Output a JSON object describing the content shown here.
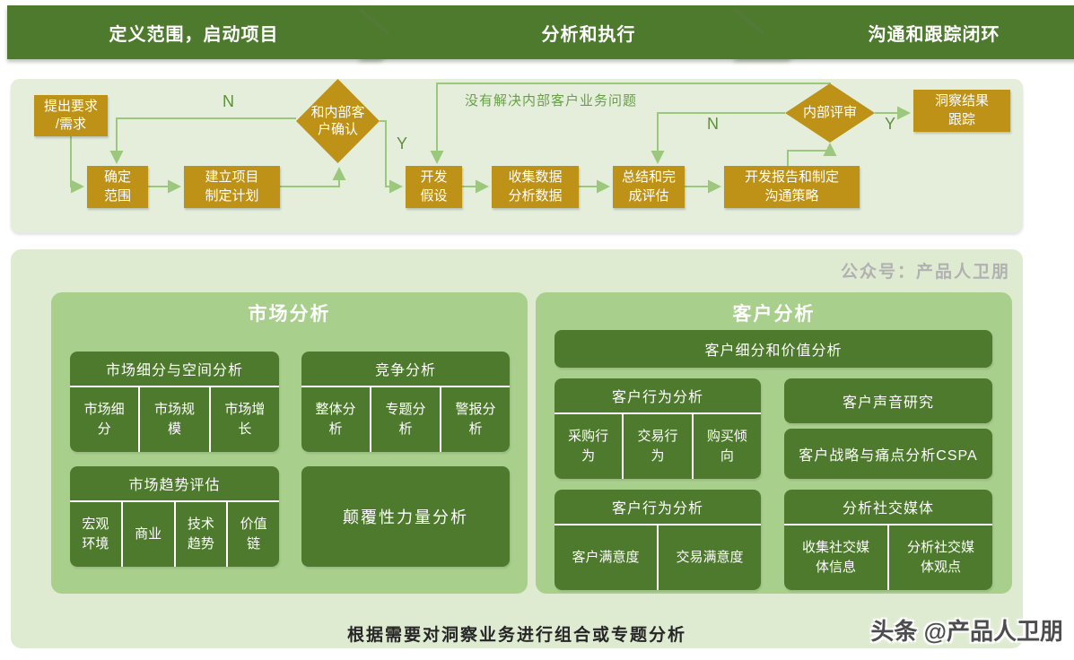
{
  "colors": {
    "chevron_green": "#4E7A2D",
    "flow_panel_bg": "#E4EEDB",
    "bottom_panel_bg": "#DFEBD1",
    "panel_medium_green": "#A9CF8D",
    "dark_green_box": "#4E7A2D",
    "orange_box": "#BE9117",
    "connector_green": "#9CC87D",
    "branch_label_green": "#5E8F3D",
    "watermark_gray": "#B1B1B1"
  },
  "chevrons": [
    {
      "label": "定义范围，启动项目"
    },
    {
      "label": "分析和执行"
    },
    {
      "label": "沟通和跟踪闭环"
    }
  ],
  "flow": {
    "nodes": {
      "raise_request": "提出要求\n/需求",
      "define_scope": "确定\n范围",
      "setup_project": "建立项目\n制定计划",
      "confirm_internal_customer": "和内部客\n户确认",
      "develop_hypothesis": "开发\n假设",
      "collect_analyze_data": "收集数据\n分析数据",
      "summarize_evaluate": "总结和完\n成评估",
      "develop_report": "开发报告和制定\n沟通策略",
      "internal_review": "内部评审",
      "insight_tracking": "洞察结果\n跟踪"
    },
    "labels": {
      "n1": "N",
      "y1": "Y",
      "n2": "N",
      "y2": "Y",
      "feedback": "没有解决内部客户业务问题"
    }
  },
  "market": {
    "title": "市场分析",
    "segmentation": {
      "header": "市场细分与空间分析",
      "cells": [
        "市场细\n分",
        "市场规\n模",
        "市场增\n长"
      ]
    },
    "competition": {
      "header": "竞争分析",
      "cells": [
        "整体分\n析",
        "专题分\n析",
        "警报分\n析"
      ]
    },
    "trend": {
      "header": "市场趋势评估",
      "cells": [
        "宏观\n环境",
        "商业",
        "技术\n趋势",
        "价值\n链"
      ]
    },
    "disruptive": {
      "label": "颠覆性力量分析"
    }
  },
  "customer": {
    "title": "客户分析",
    "segmentation_value": "客户细分和价值分析",
    "behavior1": {
      "header": "客户行为分析",
      "cells": [
        "采购行\n为",
        "交易行\n为",
        "购买倾\n向"
      ]
    },
    "voice": "客户声音研究",
    "cspa": "客户战略与痛点分析CSPA",
    "behavior2": {
      "header": "客户行为分析",
      "cells": [
        "客户满意度",
        "交易满意度"
      ]
    },
    "social": {
      "header": "分析社交媒体",
      "cells": [
        "收集社交媒\n体信息",
        "分析社交媒\n体观点"
      ]
    }
  },
  "watermark": "公众号：产品人卫朋",
  "footer_note": "根据需要对洞察业务进行组合或专题分析",
  "byline": "头条 @产品人卫朋"
}
